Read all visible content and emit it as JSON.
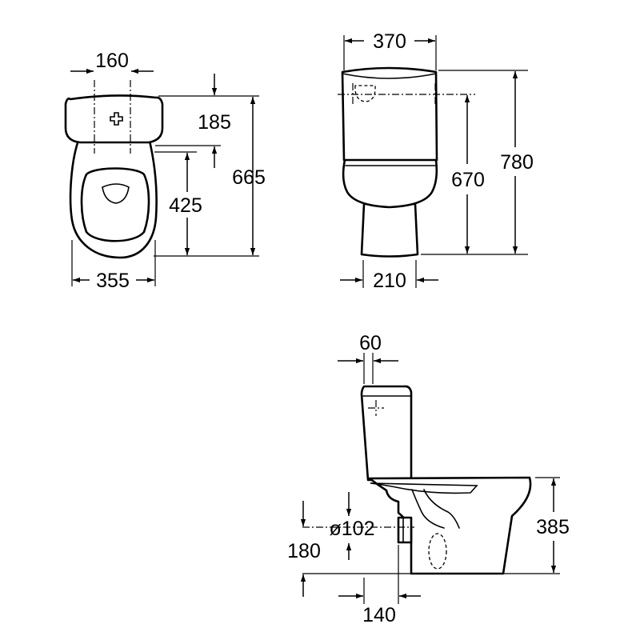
{
  "colors": {
    "line": "#000000",
    "background": "#ffffff"
  },
  "dimensions": {
    "top_view": {
      "cistern_fixing_spacing": "160",
      "cistern_depth": "185",
      "overall_depth": "665",
      "seat_to_front": "425",
      "bowl_width": "355"
    },
    "front_view": {
      "cistern_width": "370",
      "pedestal_width": "210",
      "fixing_height": "670",
      "overall_height": "780"
    },
    "side_view": {
      "cistern_offset": "60",
      "outlet_diameter": "ø102",
      "outlet_height": "180",
      "rim_height": "385",
      "outlet_projection": "140"
    }
  }
}
